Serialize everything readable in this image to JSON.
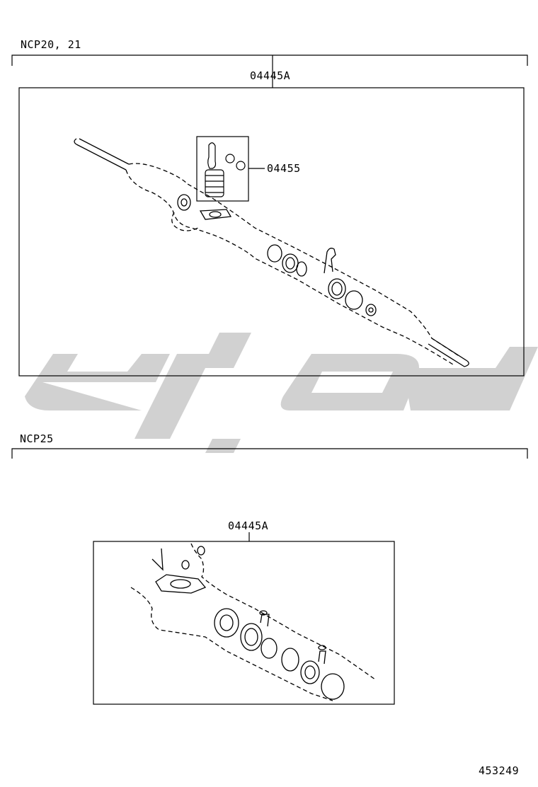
{
  "sections": [
    {
      "model_label": "NCP20, 21",
      "kit_part": "04445A",
      "subkit_part": "04455"
    },
    {
      "model_label": "NCP25",
      "kit_part": "04445A"
    }
  ],
  "figure_id": "453249",
  "watermark": {
    "color": "#c8c8c8"
  }
}
